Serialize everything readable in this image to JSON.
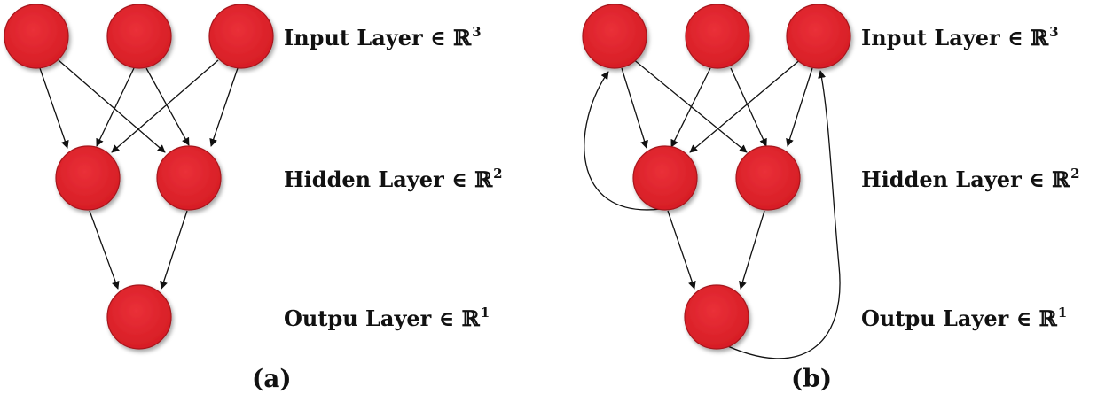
{
  "panels": [
    {
      "caption": "(a)",
      "labels": {
        "input": {
          "text": "Input Layer ∈ ℝ",
          "exp": "3"
        },
        "hidden": {
          "text": "Hidden Layer ∈ ℝ",
          "exp": "2"
        },
        "output": {
          "text": "Outpu Layer ∈ ℝ",
          "exp": "1"
        }
      }
    },
    {
      "caption": "(b)",
      "labels": {
        "input": {
          "text": "Input Layer ∈ ℝ",
          "exp": "3"
        },
        "hidden": {
          "text": "Hidden Layer ∈ ℝ",
          "exp": "2"
        },
        "output": {
          "text": "Outpu Layer ∈ ℝ",
          "exp": "1"
        }
      }
    }
  ],
  "colors": {
    "node_fill": "#e3242b",
    "node_stroke": "#a7151c",
    "edge": "#111111"
  }
}
